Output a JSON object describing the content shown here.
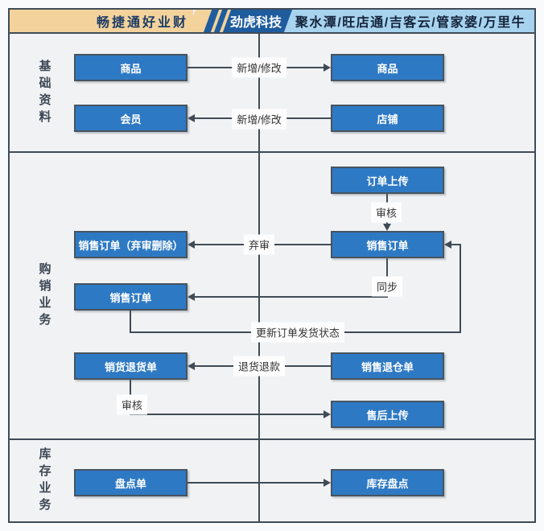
{
  "header": {
    "left_system": "畅捷通好业财",
    "vendor": "劲虎科技",
    "platforms": "聚水潭/旺店通/吉客云/管家婆/万里牛"
  },
  "sections": {
    "basic": "基础资料",
    "trade": "购销业务",
    "inventory": "库存业务"
  },
  "nodes": {
    "goods_left": "商品",
    "goods_right": "商品",
    "member_left": "会员",
    "shop_right": "店铺",
    "order_upload": "订单上传",
    "sales_order_platform": "销售订单",
    "sales_order_discard": "销售订单（弃审删除）",
    "sales_order_erp": "销售订单",
    "sales_return_erp": "销货退货单",
    "sales_return_platform": "销售退仓单",
    "aftersales_upload": "售后上传",
    "stocktake_erp": "盘点单",
    "stocktake_platform": "库存盘点"
  },
  "edges": {
    "goods_sync": "新增/修改",
    "shop_sync": "新增/修改",
    "order_audit": "审核",
    "discard_audit": "弃审",
    "order_sync": "同步",
    "ship_status": "更新订单发货状态",
    "return_refund": "退货退款",
    "return_audit": "审核"
  },
  "colors": {
    "box_blue": "#2e79c4",
    "box_border": "#47545f",
    "line": "#3f4b57",
    "header_tan": "#f3d29b",
    "header_dark_blue": "#1e5c9e",
    "header_light_blue": "#a7d3ee",
    "bg_section": "#f1f2f4"
  }
}
